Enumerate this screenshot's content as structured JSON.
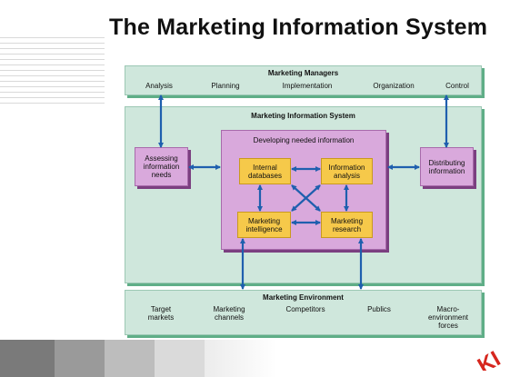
{
  "title": "The Marketing Information System",
  "managers": {
    "title": "Marketing Managers",
    "items": [
      "Analysis",
      "Planning",
      "Implementation",
      "Organization",
      "Control"
    ]
  },
  "mis": {
    "title": "Marketing Information System",
    "assessing": "Assessing\ninformation\nneeds",
    "distributing": "Distributing\ninformation",
    "developing": {
      "title": "Developing needed information",
      "internal": "Internal\ndatabases",
      "analysis": "Information\nanalysis",
      "intelligence": "Marketing\nintelligence",
      "research": "Marketing\nresearch"
    }
  },
  "environment": {
    "title": "Marketing Environment",
    "items": [
      "Target\nmarkets",
      "Marketing\nchannels",
      "Competitors",
      "Publics",
      "Macro-\nenvironment\nforces"
    ]
  },
  "logo_text": "KI",
  "colors": {
    "panel_green": "#cfe7dc",
    "pink": "#d9a9dc",
    "yellow": "#f6c94a",
    "arrow_blue": "#1f5fae",
    "logo_red": "#d6261e"
  }
}
